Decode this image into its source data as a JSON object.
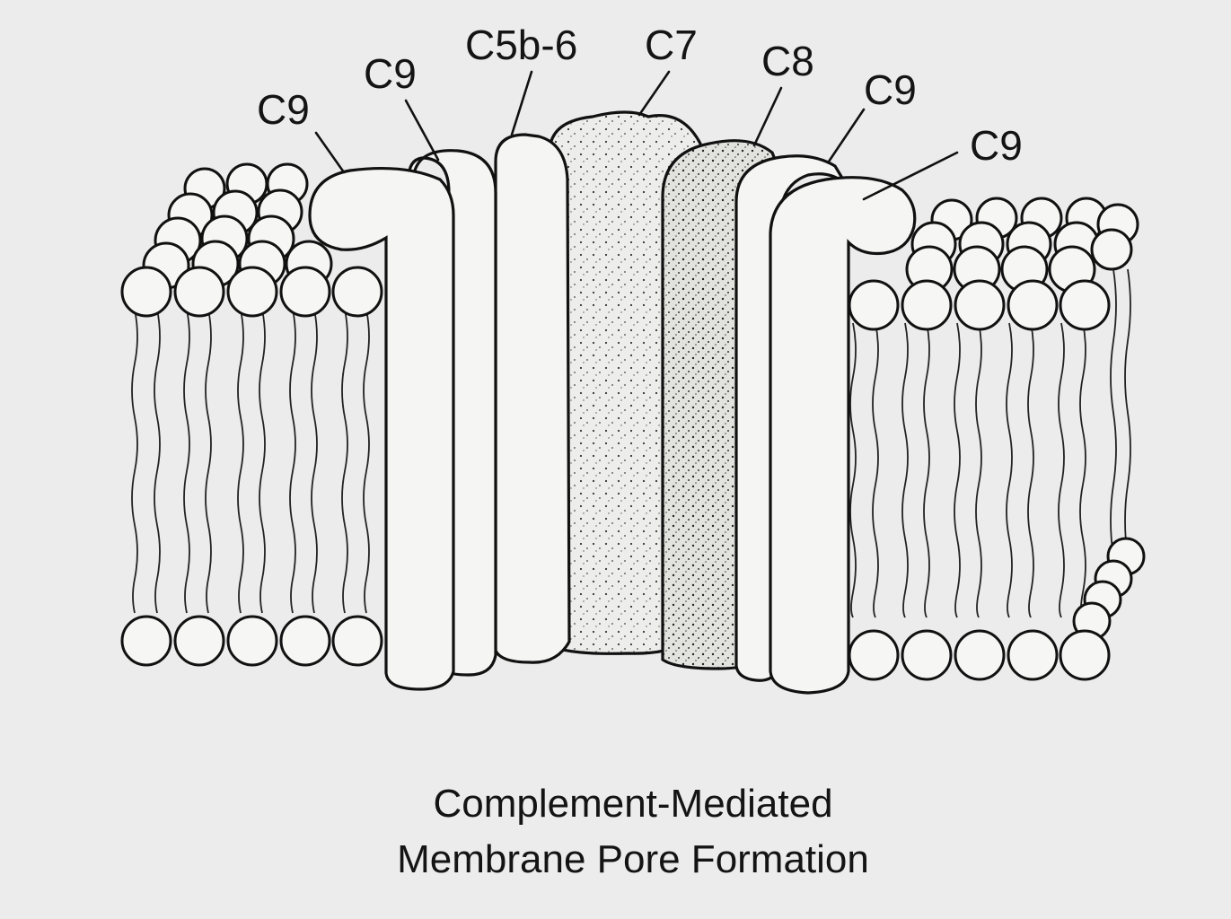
{
  "labels": {
    "c9_far_left": "C9",
    "c9_left": "C9",
    "c5b6": "C5b-6",
    "c7": "C7",
    "c8": "C8",
    "c9_right": "C9",
    "c9_far_right": "C9"
  },
  "caption": {
    "line1": "Complement-Mediated",
    "line2": "Membrane Pore Formation"
  }
}
